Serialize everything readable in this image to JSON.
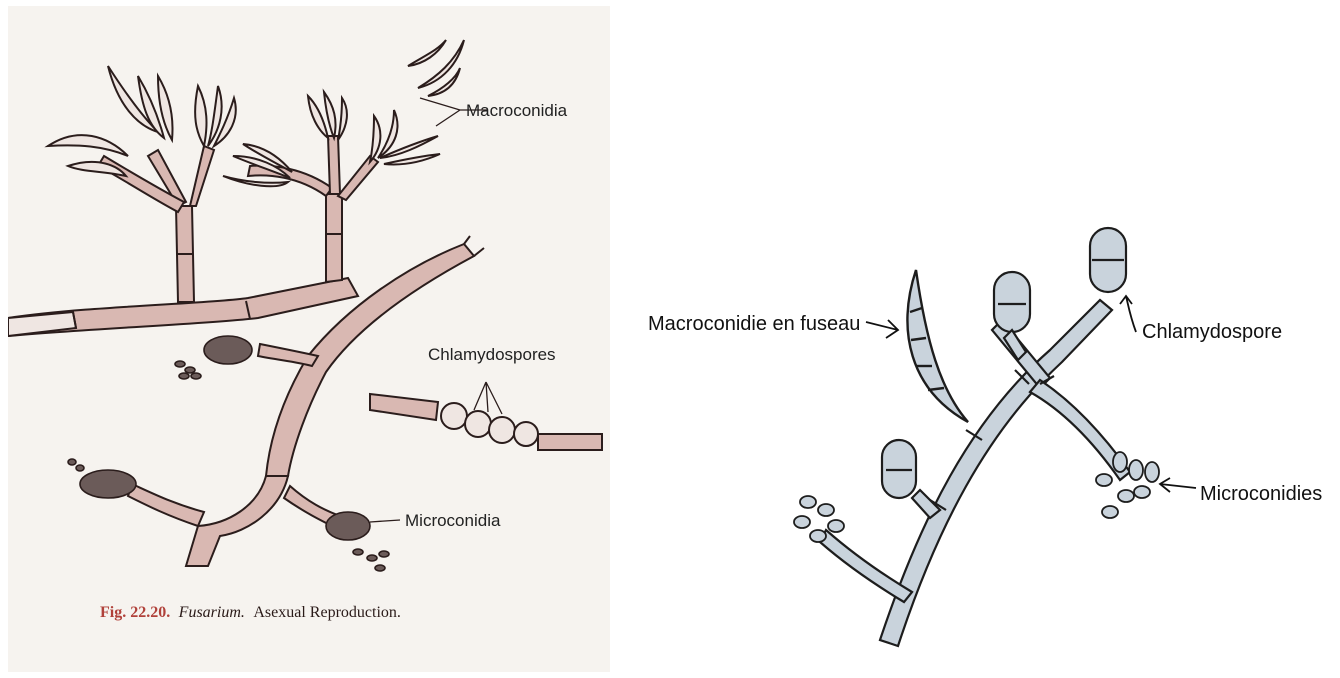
{
  "left_figure": {
    "labels": {
      "macroconidia": "Macroconidia",
      "chlamydospores": "Chlamydospores",
      "microconidia": "Microconidia"
    },
    "caption": {
      "fig_number": "Fig. 22.20.",
      "genus": "Fusarium.",
      "rest": "Asexual Reproduction."
    }
  },
  "right_figure": {
    "labels": {
      "macroconidie": "Macroconidie en fuseau",
      "chlamydospore": "Chlamydospore",
      "microconidies": "Microconidies"
    }
  },
  "colors": {
    "hypha_fill_left": "#d9b8b2",
    "hypha_fill_right": "#c9d3dc",
    "ink": "#2b1d1c",
    "caption_red": "#b0413a"
  }
}
